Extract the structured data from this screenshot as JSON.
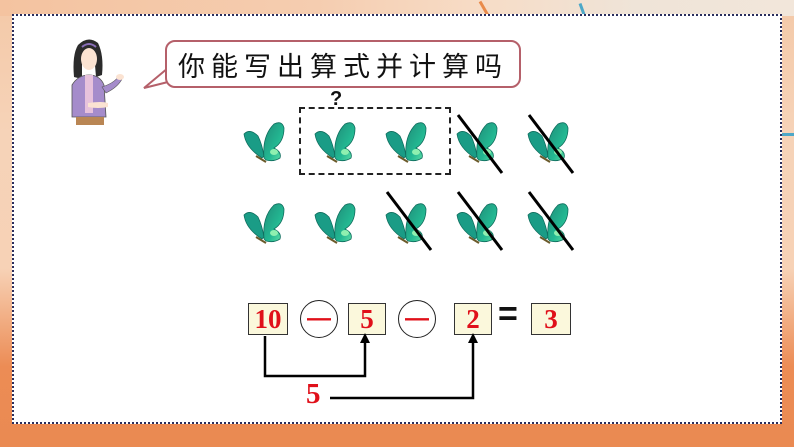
{
  "prompt": {
    "speech_text": "你能写出算式并计算吗",
    "question_mark": "?"
  },
  "butterflies": {
    "row1": [
      {
        "crossed": false,
        "grouped": false
      },
      {
        "crossed": false,
        "grouped": true
      },
      {
        "crossed": false,
        "grouped": true
      },
      {
        "crossed": true,
        "grouped": false
      },
      {
        "crossed": true,
        "grouped": false
      }
    ],
    "row2": [
      {
        "crossed": false
      },
      {
        "crossed": false
      },
      {
        "crossed": true
      },
      {
        "crossed": true
      },
      {
        "crossed": true
      }
    ]
  },
  "equation": {
    "operand1": "10",
    "operator1": "—",
    "operand2": "5",
    "operator2": "—",
    "operand3": "2",
    "equals": "=",
    "result": "3",
    "intermediate": "5"
  },
  "colors": {
    "number_red": "#e0101a",
    "box_fill": "#fbf8dc",
    "bubble_border": "#b5606a",
    "frame_orange": "#ea8a52",
    "butterfly_teal": "#1aa58a"
  }
}
